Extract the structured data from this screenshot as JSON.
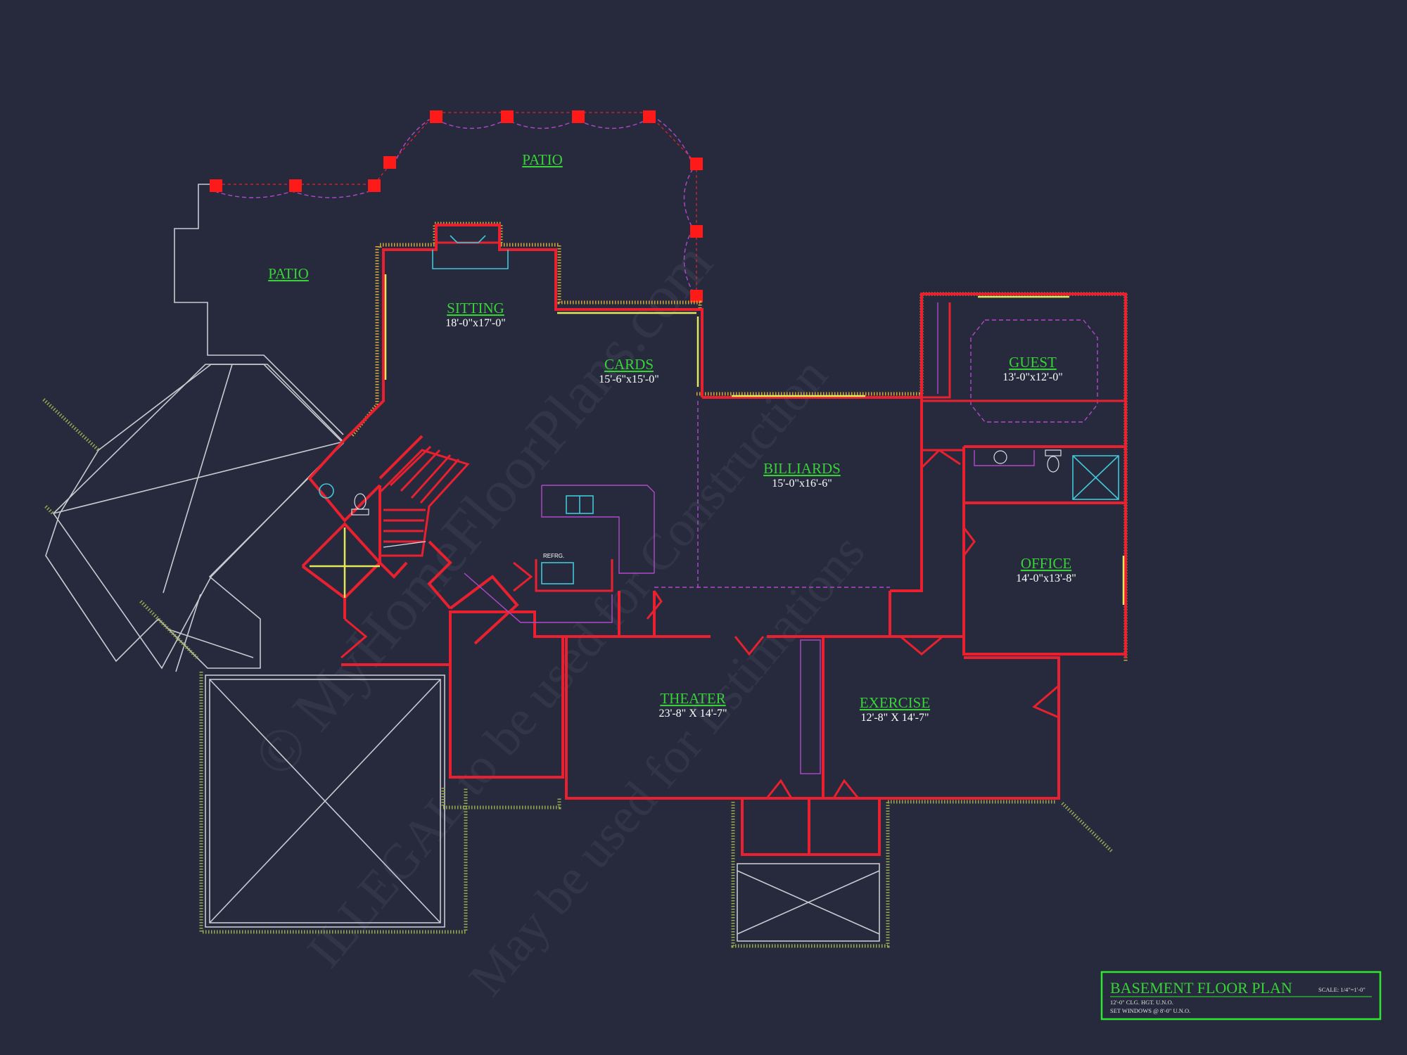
{
  "watermark": {
    "line1": "© MyHomeFloorPlans.com",
    "line2": "ILLEGAL to be used for Construction",
    "line3": "May be used for Estimations"
  },
  "rooms": {
    "patio_left": {
      "name": "PATIO"
    },
    "patio_top": {
      "name": "PATIO"
    },
    "sitting": {
      "name": "SITTING",
      "dim": "18'-0\"x17'-0\""
    },
    "cards": {
      "name": "CARDS",
      "dim": "15'-6\"x15'-0\""
    },
    "guest": {
      "name": "GUEST",
      "dim": "13'-0\"x12'-0\""
    },
    "billiards": {
      "name": "BILLIARDS",
      "dim": "15'-0\"x16'-6\""
    },
    "office": {
      "name": "OFFICE",
      "dim": "14'-0\"x13'-8\""
    },
    "theater": {
      "name": "THEATER",
      "dim": "23'-8\" X 14'-7\""
    },
    "exercise": {
      "name": "EXERCISE",
      "dim": "12'-8\" X 14'-7\""
    }
  },
  "labels": {
    "refrigerator": "REFRG."
  },
  "title_block": {
    "title": "BASEMENT FLOOR PLAN",
    "scale": "SCALE: 1/4\"=1'-0\"",
    "note1": "12'-0\" CLG. HGT. U.N.O.",
    "note2": "SET WINDOWS @ 8'-0\" U.N.O."
  },
  "colors": {
    "background": "#272a3d",
    "walls": "#e8202f",
    "room_labels": "#38d238",
    "title_border": "#2ee82e"
  }
}
